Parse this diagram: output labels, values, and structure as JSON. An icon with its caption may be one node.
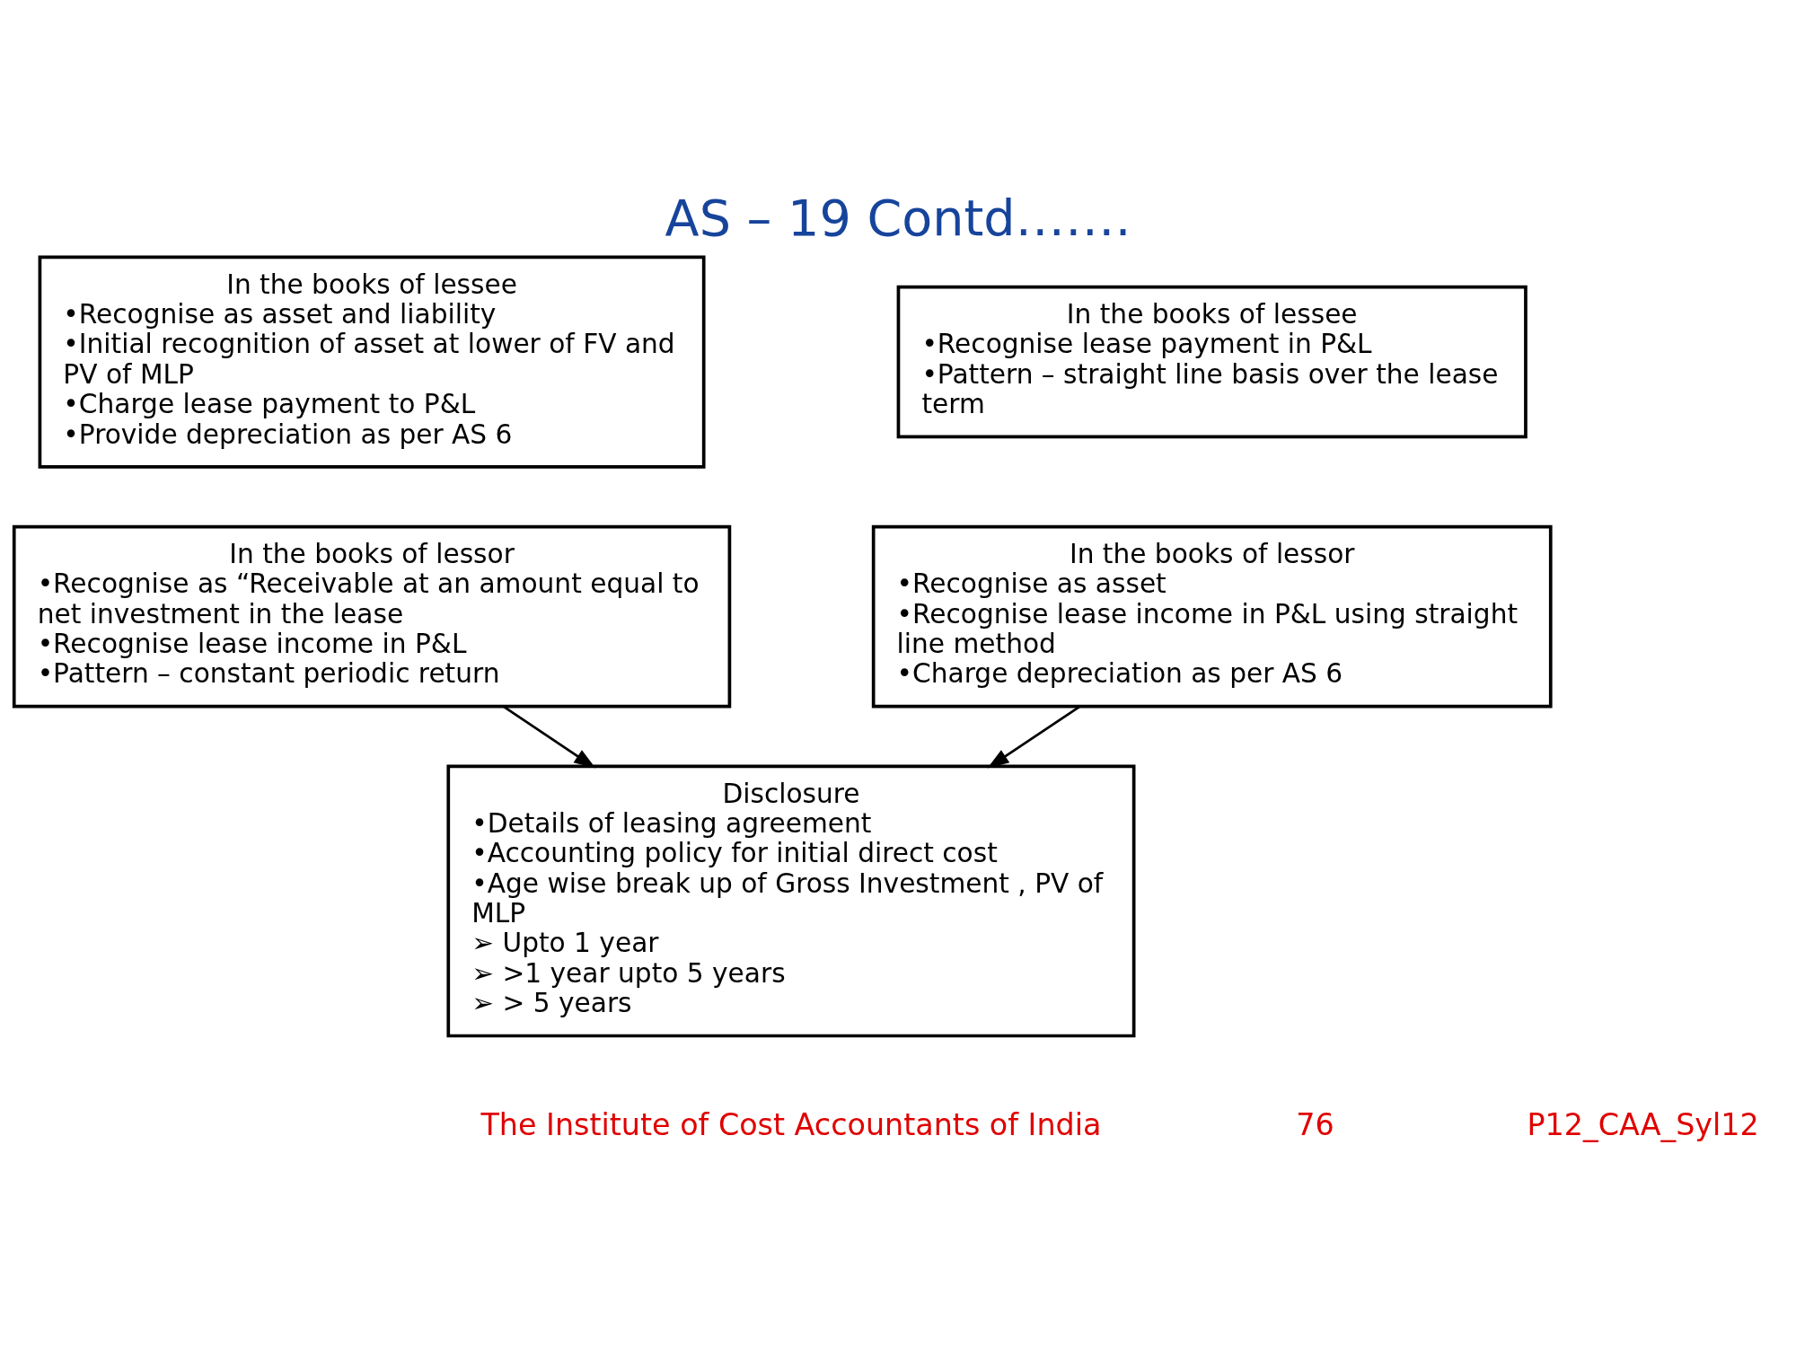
{
  "diagram": {
    "title": "AS – 19 Contd…….",
    "nodes": [
      {
        "text": [
          "In the books of lessee",
          "•Recognise as asset and liability",
          "•Initial recognition of asset at lower of FV and PV of MLP",
          "•Charge lease payment to P&L",
          "•Provide depreciation as per AS 6"
        ]
      },
      {
        "text": [
          "In the books of lessee",
          "•Recognise lease payment in P&L",
          "•Pattern – straight line basis over the lease term"
        ]
      },
      {
        "text": [
          "In the books of lessor",
          "•Recognise as “Receivable at an amount equal to net investment in the lease",
          "•Recognise lease income in P&L",
          "•Pattern – constant periodic return"
        ]
      },
      {
        "text": [
          "In the books of lessor",
          "•Recognise as asset",
          "•Recognise lease income in P&L using straight line method",
          "•Charge depreciation as per AS 6"
        ]
      },
      {
        "text": [
          "Disclosure",
          "•Details of leasing agreement",
          "•Accounting policy for initial direct cost",
          "•Age wise break up of Gross Investment , PV of MLP",
          "➢ Upto 1 year",
          "➢ >1 year upto 5 years",
          "➢ > 5 years"
        ]
      }
    ],
    "edges": [
      {
        "from": 2,
        "to": 4,
        "arrow": "to"
      },
      {
        "from": 3,
        "to": 4,
        "arrow": "to"
      }
    ],
    "labels": [
      "P12_CAA_Syl12",
      "The Institute of Cost Accountants of India",
      "76"
    ]
  }
}
